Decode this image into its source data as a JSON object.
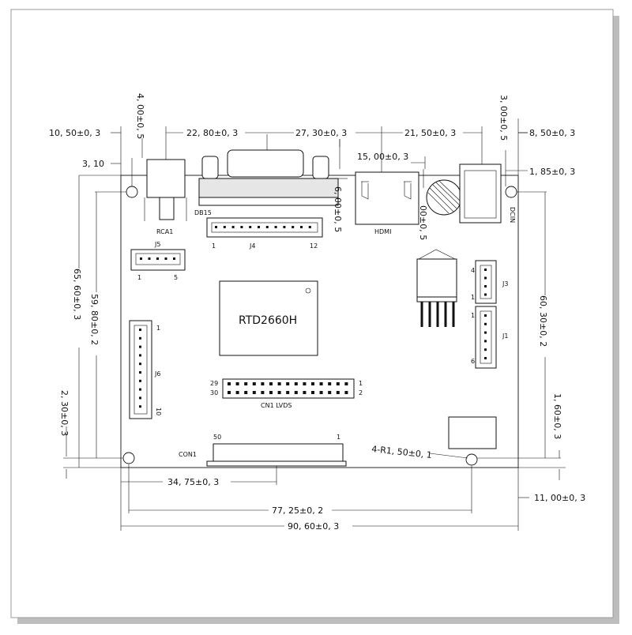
{
  "components": {
    "rca": "RCA1",
    "db15": "DB15",
    "hdmi": "HDMI",
    "dcin": "DCIN",
    "j4": "J4",
    "j4_pin_first": "1",
    "j4_pin_last": "12",
    "j5": "J5",
    "j5_pin_first": "1",
    "j5_pin_last": "5",
    "j3": "J3",
    "j3_pin_top": "4",
    "j3_pin_bottom": "1",
    "j1": "J1",
    "j1_pin_top": "1",
    "j1_pin_bottom": "6",
    "j6": "J6",
    "j6_pin_top": "1",
    "j6_pin_bottom": "10",
    "chip": "RTD2660H",
    "cn1": "CN1  LVDS",
    "cn1_pin_29": "29",
    "cn1_pin_30": "30",
    "cn1_pin_1": "1",
    "cn1_pin_2": "2",
    "con1": "CON1",
    "con1_pin_50": "50",
    "con1_pin_1": "1"
  },
  "dimensions": {
    "d_10_50": "10, 50±0, 3",
    "d_3_10": "3, 10",
    "d_4_00": "4, 00±0, 5",
    "d_22_80": "22, 80±0, 3",
    "d_27_30": "27, 30±0, 3",
    "d_21_50": "21, 50±0, 3",
    "d_15_00": "15, 00±0, 3",
    "d_3_00": "3, 00±0, 5",
    "d_8_50": "8, 50±0, 3",
    "d_1_85": "1, 85±0, 3",
    "d_6_00": "6, 00±0, 5",
    "d_hdmi_v": "00±0, 5",
    "d_65_60": "65, 60±0, 3",
    "d_59_80": "59, 80±0, 2",
    "d_2_30": "2, 30±0, 3",
    "d_60_30": "60, 30±0, 2",
    "d_1_60": "1, 60±0, 3",
    "d_hole": "4-R1, 50±0, 1",
    "d_34_75": "34, 75±0, 3",
    "d_11_00": "11, 00±0, 3",
    "d_77_25": "77, 25±0, 2",
    "d_90_60": "90, 60±0, 3"
  }
}
